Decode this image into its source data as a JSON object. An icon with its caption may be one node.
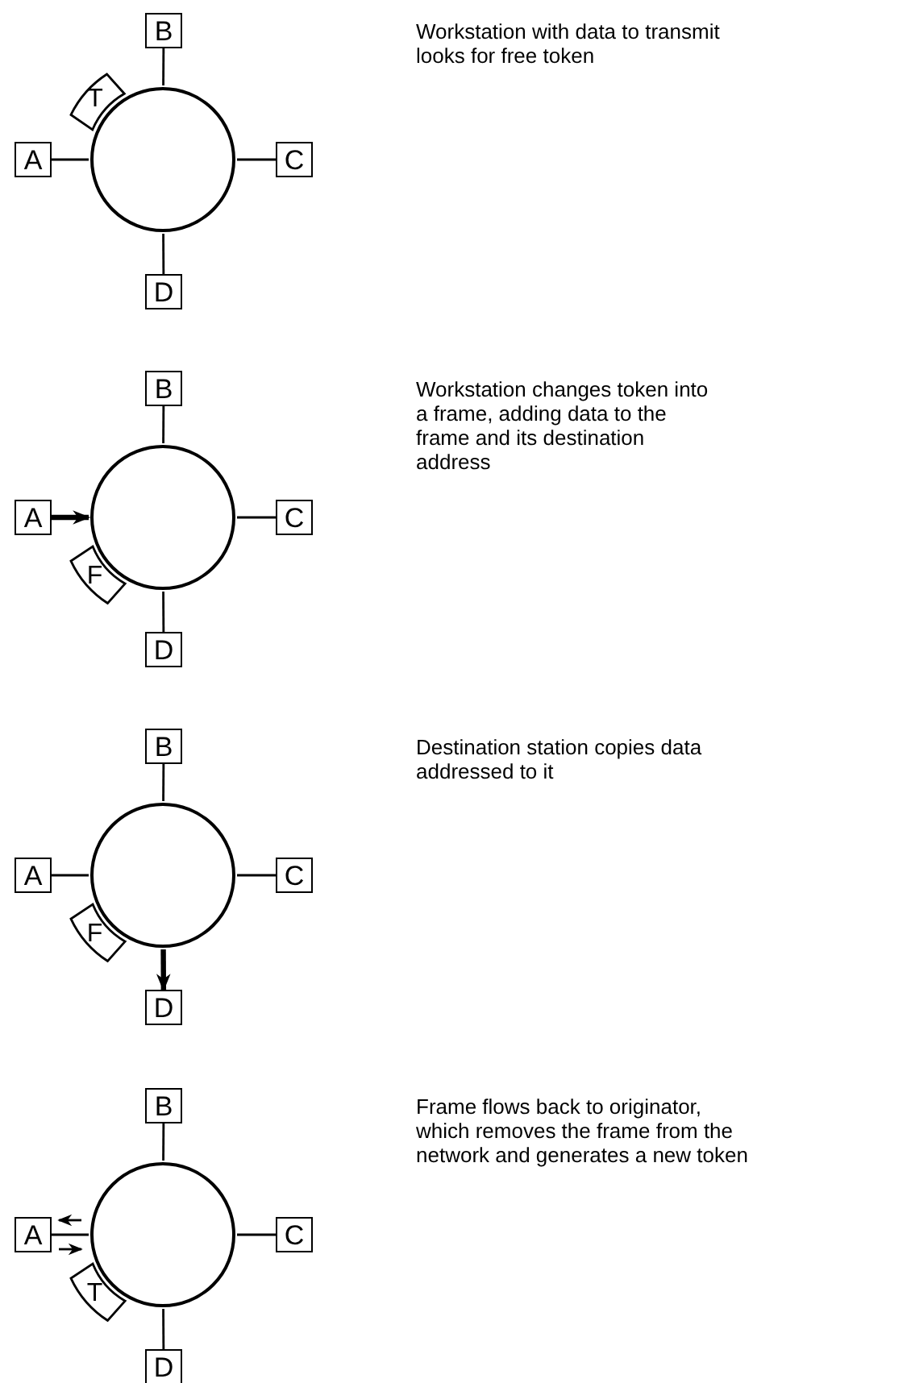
{
  "diagram": {
    "nodes": [
      {
        "text": [],
        "shape": "circle"
      },
      {
        "text": [
          "A"
        ]
      },
      {
        "text": [
          "B"
        ]
      },
      {
        "text": [
          "C"
        ]
      },
      {
        "text": [
          "D"
        ]
      },
      {
        "text": [
          "T"
        ]
      },
      {
        "text": [],
        "shape": "circle"
      },
      {
        "text": [
          "A"
        ]
      },
      {
        "text": [
          "B"
        ]
      },
      {
        "text": [
          "C"
        ]
      },
      {
        "text": [
          "D"
        ]
      },
      {
        "text": [
          "F"
        ]
      },
      {
        "text": [],
        "shape": "circle"
      },
      {
        "text": [
          "A"
        ]
      },
      {
        "text": [
          "B"
        ]
      },
      {
        "text": [
          "C"
        ]
      },
      {
        "text": [
          "D"
        ]
      },
      {
        "text": [
          "F"
        ]
      },
      {
        "text": [],
        "shape": "circle"
      },
      {
        "text": [
          "A"
        ]
      },
      {
        "text": [
          "B"
        ]
      },
      {
        "text": [
          "C"
        ]
      },
      {
        "text": [
          "D"
        ]
      },
      {
        "text": [
          "T"
        ]
      }
    ],
    "edges": [
      {
        "from": 1,
        "to": 0,
        "arrow": "none"
      },
      {
        "from": 2,
        "to": 0,
        "arrow": "none"
      },
      {
        "from": 3,
        "to": 0,
        "arrow": "none"
      },
      {
        "from": 4,
        "to": 0,
        "arrow": "none"
      },
      {
        "from": 7,
        "to": 6,
        "arrow": "to",
        "style": "thick"
      },
      {
        "from": 8,
        "to": 6,
        "arrow": "none"
      },
      {
        "from": 9,
        "to": 6,
        "arrow": "none"
      },
      {
        "from": 10,
        "to": 6,
        "arrow": "none"
      },
      {
        "from": 13,
        "to": 12,
        "arrow": "none"
      },
      {
        "from": 14,
        "to": 12,
        "arrow": "none"
      },
      {
        "from": 15,
        "to": 12,
        "arrow": "none"
      },
      {
        "from": 12,
        "to": 16,
        "arrow": "to",
        "style": "thick"
      },
      {
        "from": 19,
        "to": 18,
        "arrow": "none"
      },
      {
        "from": 18,
        "to": 19,
        "arrow": "to"
      },
      {
        "from": 19,
        "to": 18,
        "arrow": "to"
      },
      {
        "from": 20,
        "to": 18,
        "arrow": "none"
      },
      {
        "from": 21,
        "to": 18,
        "arrow": "none"
      },
      {
        "from": 22,
        "to": 18,
        "arrow": "none"
      }
    ],
    "labels": [
      "Workstation with data to transmit looks for free token",
      "Workstation changes token into a frame, adding data to the frame and its destination address",
      "Destination station copies data addressed to it",
      "Frame flows back to originator, which removes the frame from the network and generates a new token"
    ]
  }
}
